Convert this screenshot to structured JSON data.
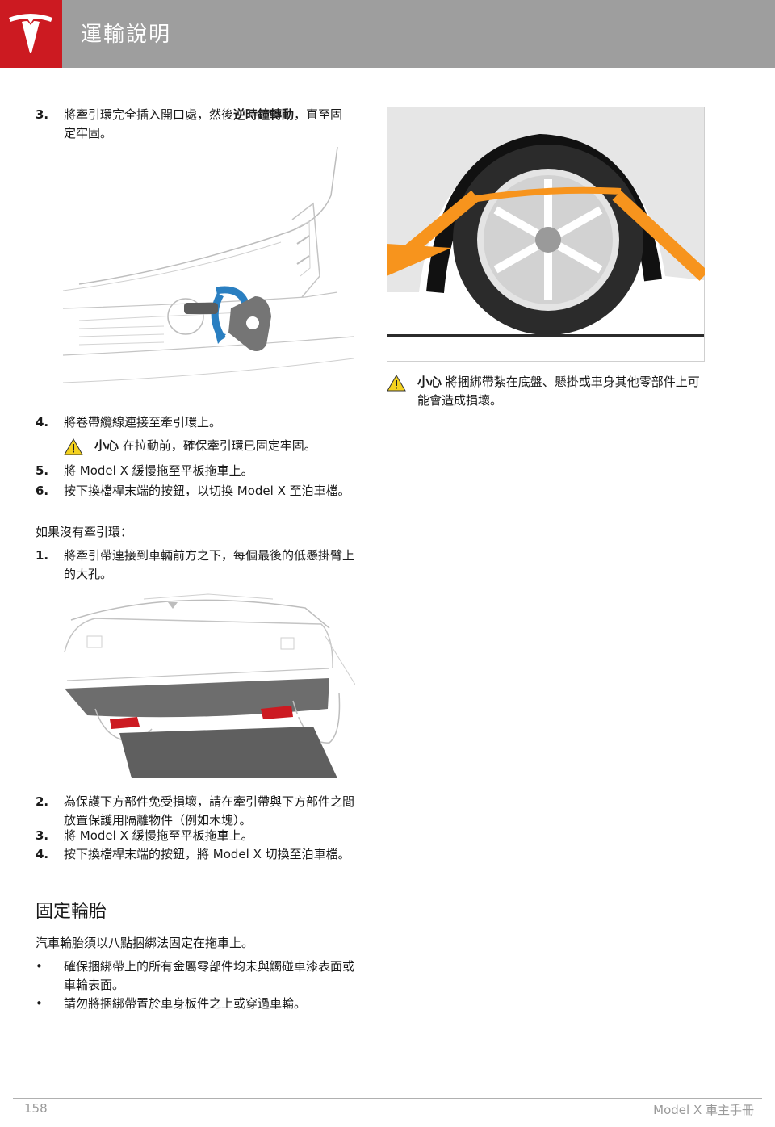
{
  "header": {
    "title": "運輸說明"
  },
  "steps_a": [
    {
      "num": "3.",
      "pre": "將牽引環完全插入開口處，然後",
      "bold": "逆時鐘轉動",
      "post": "，直至固定牢固。"
    },
    {
      "num": "4.",
      "text": "將卷帶纜線連接至牽引環上。"
    },
    {
      "num": "5.",
      "text": "將 Model X 緩慢拖至平板拖車上。"
    },
    {
      "num": "6.",
      "text": "按下換檔桿末端的按鈕，以切換 Model X 至泊車檔。"
    }
  ],
  "caution_1": {
    "label": "小心",
    "text": "在拉動前，確保牽引環已固定牢固。"
  },
  "no_ring_intro": "如果沒有牽引環：",
  "steps_b": [
    {
      "num": "1.",
      "text": "將牽引帶連接到車輛前方之下，每個最後的低懸掛臂上的大孔。"
    },
    {
      "num": "2.",
      "text": "為保護下方部件免受損壞，請在牽引帶與下方部件之間放置保護用隔離物件（例如木塊）。"
    },
    {
      "num": "3.",
      "text": "將 Model X 緩慢拖至平板拖車上。"
    },
    {
      "num": "4.",
      "text": "按下換檔桿末端的按鈕，將 Model X 切換至泊車檔。"
    }
  ],
  "section": {
    "title": "固定輪胎",
    "intro": "汽車輪胎須以八點捆綁法固定在拖車上。",
    "bullets": [
      "確保捆綁帶上的所有金屬零部件均未與觸碰車漆表面或車輪表面。",
      "請勿將捆綁帶置於車身板件之上或穿過車輪。"
    ]
  },
  "caution_2": {
    "label": "小心",
    "text": "將捆綁帶紮在底盤、懸掛或車身其他零部件上可能會造成損壞。"
  },
  "footer": {
    "page": "158",
    "manual": "Model X 車主手冊"
  },
  "colors": {
    "header_bg": "#9e9e9e",
    "logo_bg": "#cc1a21",
    "strap": "#f7941d",
    "tow_arrow": "#2a7fc1",
    "tow_point": "#cc1a21"
  }
}
